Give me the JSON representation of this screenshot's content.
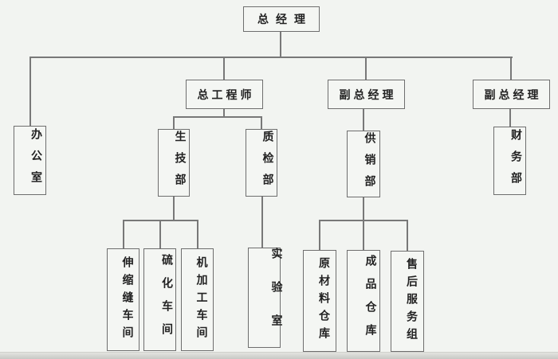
{
  "page": {
    "background_color": "#f2f4f1",
    "line_color": "#787878",
    "box_border_color": "#6e6e6e",
    "text_color": "#222222"
  },
  "nodes": {
    "ceo": {
      "label": "总经理"
    },
    "chief_engineer": {
      "label": "总工程师"
    },
    "deputy_gm_1": {
      "label": "副总经理"
    },
    "deputy_gm_2": {
      "label": "副总经理"
    },
    "office": {
      "label": "办公室"
    },
    "prod_tech_dept": {
      "label": "生技部"
    },
    "quality_dept": {
      "label": "质检部"
    },
    "supply_sales_dept": {
      "label": "供销部"
    },
    "finance_dept": {
      "label": "财务部"
    },
    "expansion_joint_workshop": {
      "label": "伸缩缝车间"
    },
    "vulcanization_workshop": {
      "label": "硫化车间"
    },
    "machining_workshop": {
      "label": "机加工车间"
    },
    "laboratory": {
      "label": "实验室"
    },
    "raw_material_warehouse": {
      "label": "原材料仓库"
    },
    "finished_goods_warehouse": {
      "label": "成品仓库"
    },
    "after_sales_group": {
      "label": "售后服务组"
    }
  },
  "edges": [
    [
      "ceo",
      "office"
    ],
    [
      "ceo",
      "chief_engineer"
    ],
    [
      "ceo",
      "deputy_gm_1"
    ],
    [
      "ceo",
      "deputy_gm_2"
    ],
    [
      "chief_engineer",
      "prod_tech_dept"
    ],
    [
      "chief_engineer",
      "quality_dept"
    ],
    [
      "deputy_gm_1",
      "supply_sales_dept"
    ],
    [
      "deputy_gm_2",
      "finance_dept"
    ],
    [
      "prod_tech_dept",
      "expansion_joint_workshop"
    ],
    [
      "prod_tech_dept",
      "vulcanization_workshop"
    ],
    [
      "prod_tech_dept",
      "machining_workshop"
    ],
    [
      "quality_dept",
      "laboratory"
    ],
    [
      "supply_sales_dept",
      "raw_material_warehouse"
    ],
    [
      "supply_sales_dept",
      "finished_goods_warehouse"
    ],
    [
      "supply_sales_dept",
      "after_sales_group"
    ]
  ]
}
